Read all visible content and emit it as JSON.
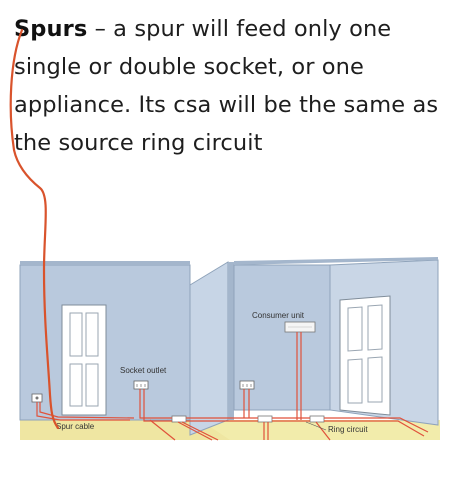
{
  "note": {
    "term": "Spurs",
    "body": " – a spur will feed only one single or double socket, or one appliance. Its csa will be the same as the source ring circuit"
  },
  "diagram": {
    "labels": {
      "consumer_unit": "Consumer unit",
      "socket_outlet": "Socket outlet",
      "spur_cable": "Spur cable",
      "ring_circuit": "Ring circuit"
    },
    "colors": {
      "wall": "#b9c9dd",
      "wall_edge": "#8fa3ba",
      "floor": "#f2ecab",
      "cable": "#e0523b",
      "annotation": "#d9532c",
      "door": "#ffffff"
    }
  }
}
